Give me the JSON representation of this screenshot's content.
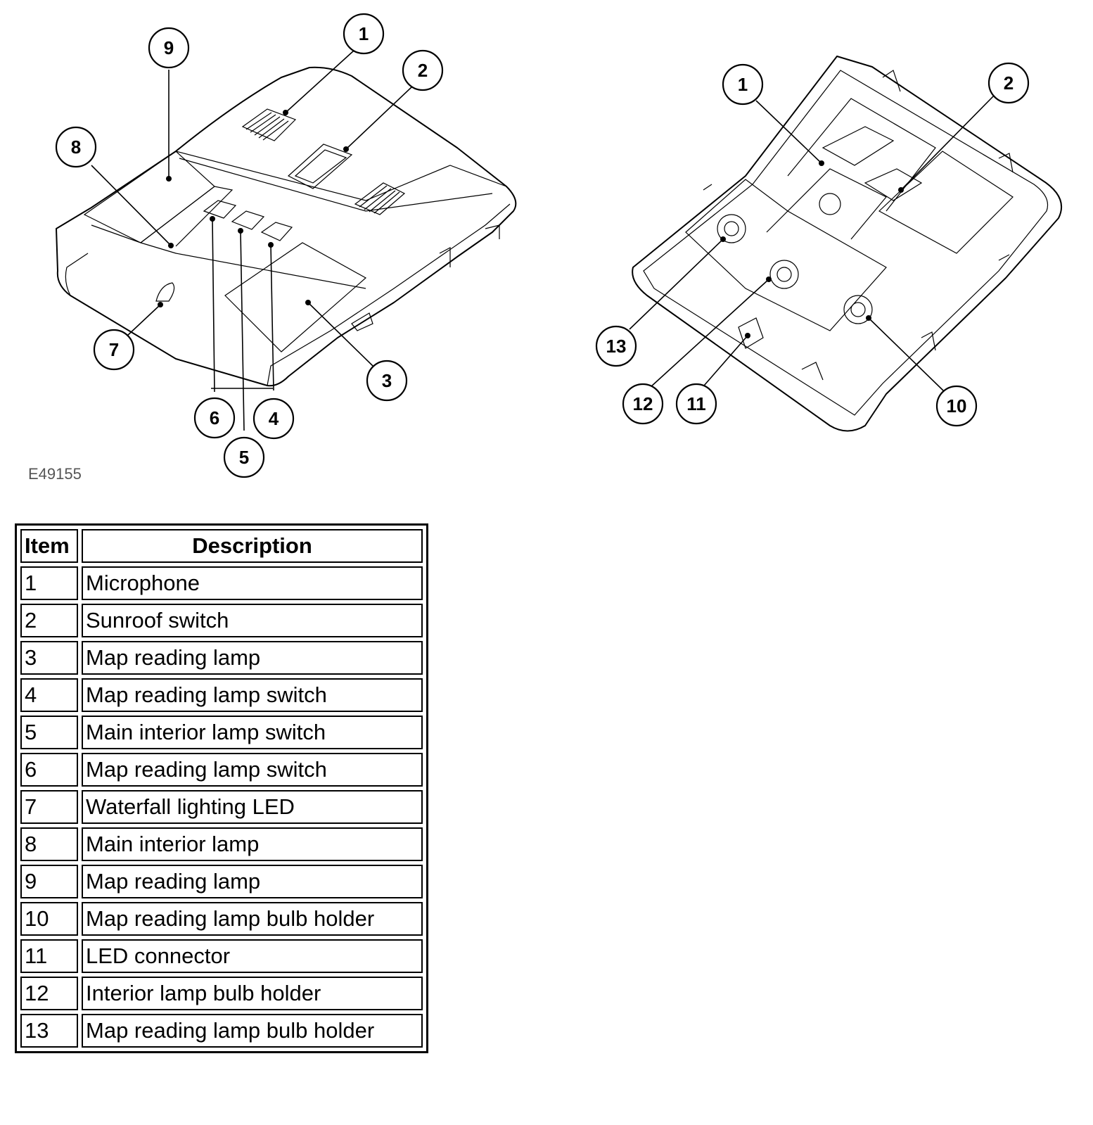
{
  "figure": {
    "reference_code": "E49155",
    "left_view_callouts": [
      "1",
      "2",
      "3",
      "4",
      "5",
      "6",
      "7",
      "8",
      "9"
    ],
    "right_view_callouts": [
      "1",
      "2",
      "10",
      "11",
      "12",
      "13"
    ]
  },
  "legend": {
    "headers": {
      "item": "Item",
      "description": "Description"
    },
    "rows": [
      {
        "item": "1",
        "description": "Microphone"
      },
      {
        "item": "2",
        "description": "Sunroof switch"
      },
      {
        "item": "3",
        "description": "Map reading lamp"
      },
      {
        "item": "4",
        "description": "Map reading lamp switch"
      },
      {
        "item": "5",
        "description": "Main interior lamp switch"
      },
      {
        "item": "6",
        "description": "Map reading lamp switch"
      },
      {
        "item": "7",
        "description": "Waterfall lighting LED"
      },
      {
        "item": "8",
        "description": "Main interior lamp"
      },
      {
        "item": "9",
        "description": "Map reading lamp"
      },
      {
        "item": "10",
        "description": "Map reading lamp bulb holder"
      },
      {
        "item": "11",
        "description": "LED connector"
      },
      {
        "item": "12",
        "description": "Interior lamp bulb holder"
      },
      {
        "item": "13",
        "description": "Map reading lamp bulb holder"
      }
    ]
  }
}
